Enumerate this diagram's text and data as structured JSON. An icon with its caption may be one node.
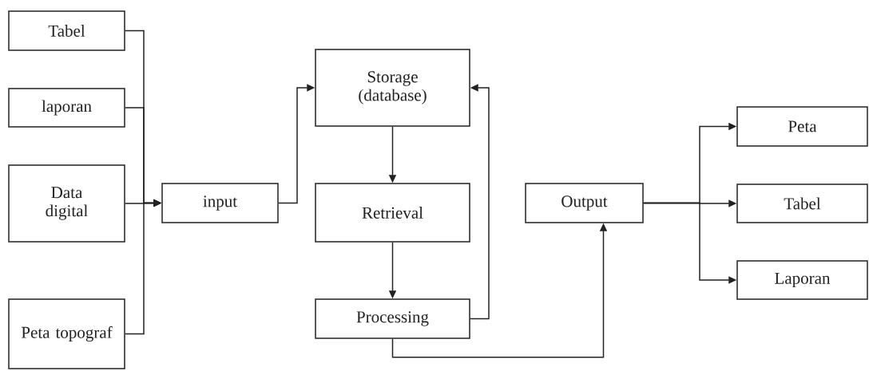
{
  "diagram": {
    "nodes": [
      {
        "text": [
          "Tabel"
        ]
      },
      {
        "text": [
          "laporan"
        ]
      },
      {
        "text": [
          "Data digital"
        ]
      },
      {
        "text": [
          "Peta topograf"
        ]
      },
      {
        "text": [
          "input"
        ]
      },
      {
        "text": [
          "Storage (database)"
        ]
      },
      {
        "text": [
          "Retrieval"
        ]
      },
      {
        "text": [
          "Processing"
        ]
      },
      {
        "text": [
          "Output"
        ]
      },
      {
        "text": [
          "Peta"
        ]
      },
      {
        "text": [
          "Tabel"
        ]
      },
      {
        "text": [
          "Laporan"
        ]
      }
    ],
    "edges": [
      {
        "from": 0,
        "to": 4,
        "arrow": "to"
      },
      {
        "from": 1,
        "to": 4,
        "arrow": "to"
      },
      {
        "from": 2,
        "to": 4,
        "arrow": "to"
      },
      {
        "from": 3,
        "to": 4,
        "arrow": "to"
      },
      {
        "from": 4,
        "to": 5,
        "arrow": "to"
      },
      {
        "from": 5,
        "to": 6,
        "arrow": "to"
      },
      {
        "from": 6,
        "to": 7,
        "arrow": "to"
      },
      {
        "from": 7,
        "to": 5,
        "arrow": "to"
      },
      {
        "from": 7,
        "to": 8,
        "arrow": "to"
      },
      {
        "from": 8,
        "to": 9,
        "arrow": "to"
      },
      {
        "from": 8,
        "to": 10,
        "arrow": "to"
      },
      {
        "from": 8,
        "to": 11,
        "arrow": "to"
      }
    ]
  }
}
